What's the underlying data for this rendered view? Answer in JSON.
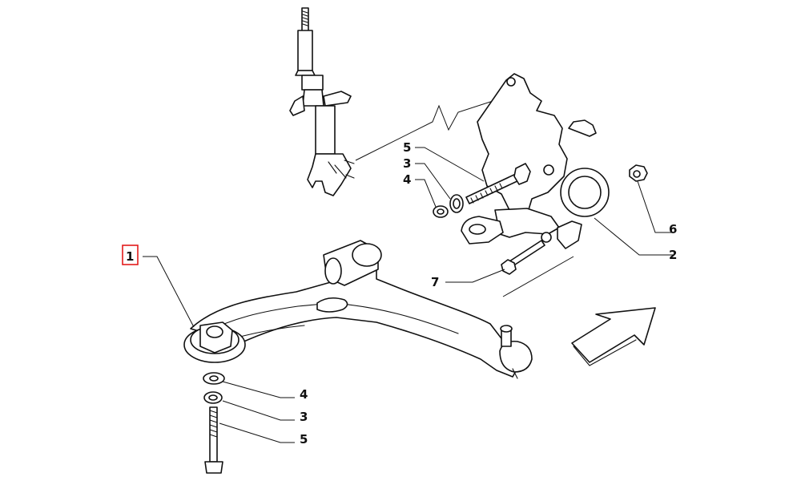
{
  "callouts": {
    "arm_main": "1",
    "knuckle": "2",
    "washer_top": "3",
    "washer_flat_top": "4",
    "bolt_top": "5",
    "nut": "6",
    "bolt_lower": "7",
    "washer_flat_bottom": "4",
    "washer_bottom": "3",
    "bolt_bottom": "5"
  },
  "colors": {
    "line": "#111111",
    "highlight_box": "#e21c1c",
    "background": "#ffffff"
  },
  "highlighted_callout": "1",
  "icons": {
    "direction": "direction-arrow-icon"
  }
}
